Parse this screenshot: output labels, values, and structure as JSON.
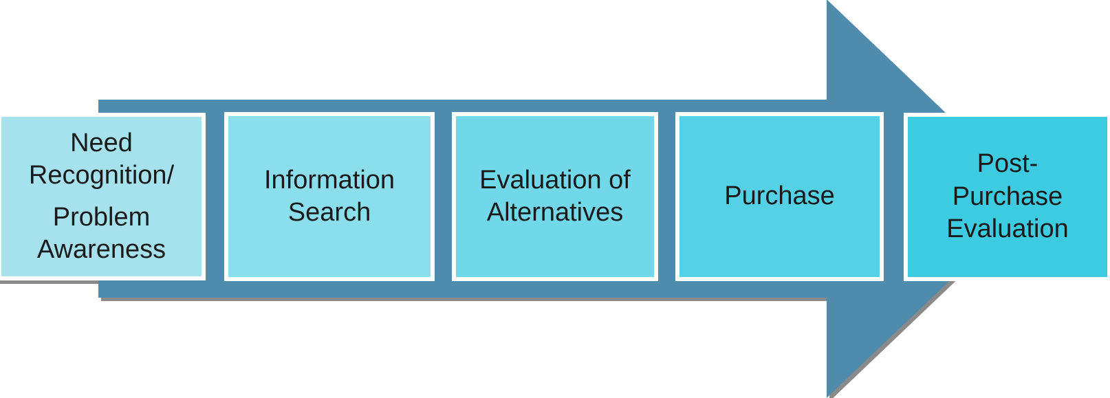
{
  "diagram": {
    "name": "consumer-purchase-decision-process",
    "background": "#ffffff",
    "arrow": {
      "color": "#4f8bad",
      "shadow_color": "#8a8a8a"
    },
    "box_style": {
      "border_color": "#ffffff",
      "text_color": "#1a1a1a"
    },
    "steps": [
      {
        "id": "need-recognition",
        "paragraphs": [
          "Need Recognition/",
          "Problem Awareness"
        ],
        "fill": "#a5e2ee"
      },
      {
        "id": "information-search",
        "paragraphs": [
          "Information Search"
        ],
        "fill": "#8bdeec"
      },
      {
        "id": "evaluation-of-alternatives",
        "paragraphs": [
          "Evaluation of Alternatives"
        ],
        "fill": "#70d8e9"
      },
      {
        "id": "purchase",
        "paragraphs": [
          "Purchase"
        ],
        "fill": "#55d1e5"
      },
      {
        "id": "post-purchase-evaluation",
        "paragraphs": [
          "Post-Purchase Evaluation"
        ],
        "fill": "#3ccbe1"
      }
    ]
  }
}
